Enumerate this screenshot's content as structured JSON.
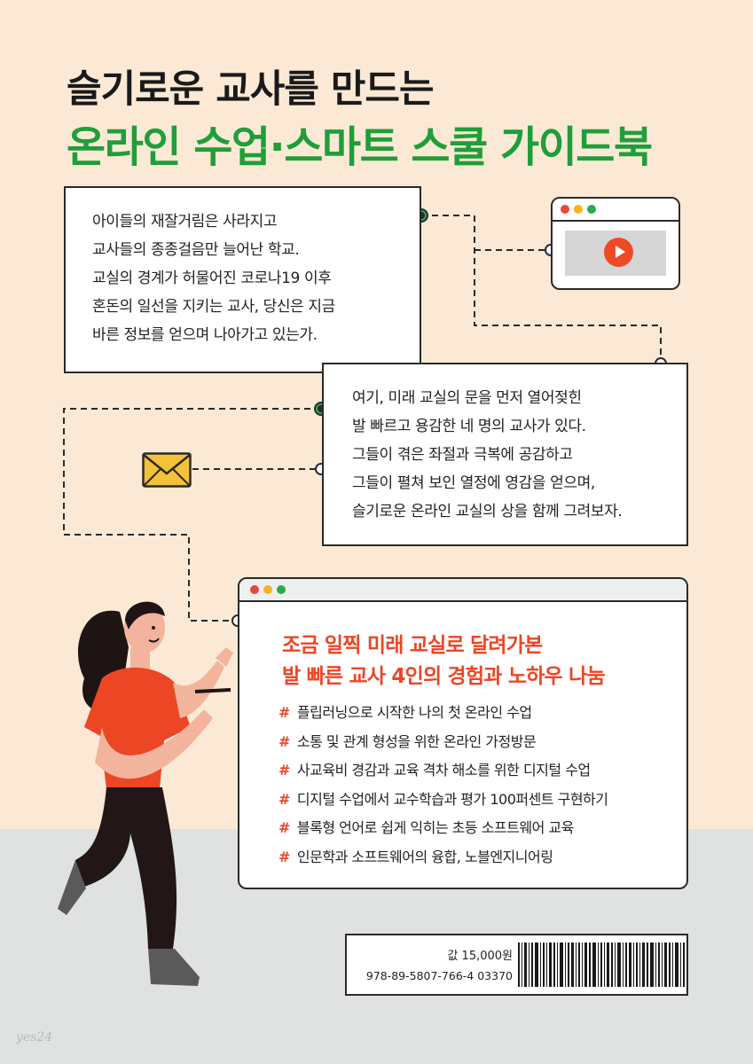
{
  "heading": {
    "line1": "슬기로운 교사를 만드는",
    "line2": "온라인 수업·스마트 스쿨 가이드북"
  },
  "intro_box": {
    "lines": [
      "아이들의 재잘거림은 사라지고",
      "교사들의 종종걸음만 늘어난 학교.",
      "교실의 경계가 허물어진 코로나19 이후",
      "혼돈의 일선을 지키는 교사, 당신은 지금",
      "바른 정보를 얻으며 나아가고 있는가."
    ]
  },
  "second_box": {
    "lines": [
      "여기, 미래 교실의 문을 먼저 열어젖힌",
      "발 빠르고 용감한 네 명의 교사가 있다.",
      "그들이 겪은 좌절과 극복에 공감하고",
      "그들이 펼쳐 보인 열정에 영감을 얻으며,",
      "슬기로운 온라인 교실의 상을 함께 그려보자."
    ]
  },
  "main_window": {
    "headline1": "조금 일찍 미래 교실로 달려가본",
    "headline2": "발 빠른 교사 4인의 경험과 노하우 나눔",
    "bullet_mark": "#",
    "items": [
      "플립러닝으로 시작한 나의 첫 온라인 수업",
      "소통 및 관계 형성을 위한 온라인 가정방문",
      "사교육비 경감과 교육 격차 해소를 위한 디지털 수업",
      "디지털 수업에서 교수학습과 평가 100퍼센트 구현하기",
      "블록형 언어로 쉽게 익히는 초등 소프트웨어 교육",
      "인문학과 소프트웨어의 융합, 노블엔지니어링"
    ]
  },
  "barcode": {
    "price": "값 15,000원",
    "isbn": "978-89-5807-766-4  03370"
  },
  "watermark": "yes24",
  "icons": [
    "play-icon",
    "envelope-icon",
    "browser-window-icon"
  ],
  "colors": {
    "accent_green": "#1f9e3a",
    "accent_orange": "#ec4625",
    "background_top": "#fbe9d5",
    "background_bottom": "#dfe2e1"
  }
}
